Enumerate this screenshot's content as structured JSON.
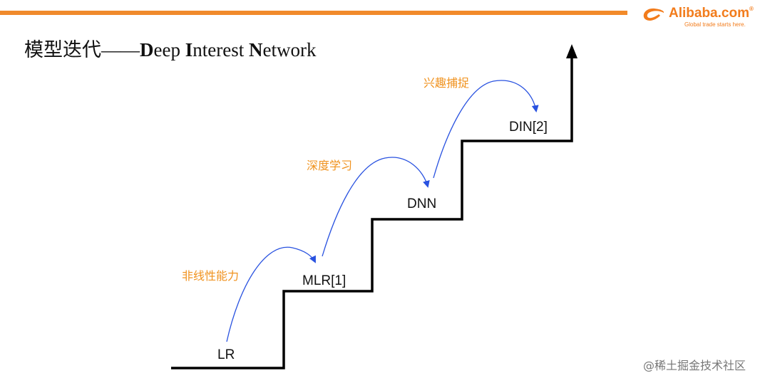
{
  "header": {
    "brand": "Alibaba.com",
    "brand_reg": "®",
    "tagline": "Global trade starts here.",
    "accent_color": "#f08a2c"
  },
  "title": {
    "prefix": "模型迭代——",
    "w1_initial": "D",
    "w1_rest": "eep ",
    "w2_initial": "I",
    "w2_rest": "nterest ",
    "w3_initial": "N",
    "w3_rest": "etwork"
  },
  "diagram": {
    "steps": [
      "LR",
      "MLR[1]",
      "DNN",
      "DIN[2]"
    ],
    "transitions": [
      "非线性能力",
      "深度学习",
      "兴趣捕捉"
    ],
    "step_line_color": "#000000",
    "arrow_color": "#2952e0",
    "label_color": "#f0921e"
  },
  "watermark": "@稀土掘金技术社区"
}
